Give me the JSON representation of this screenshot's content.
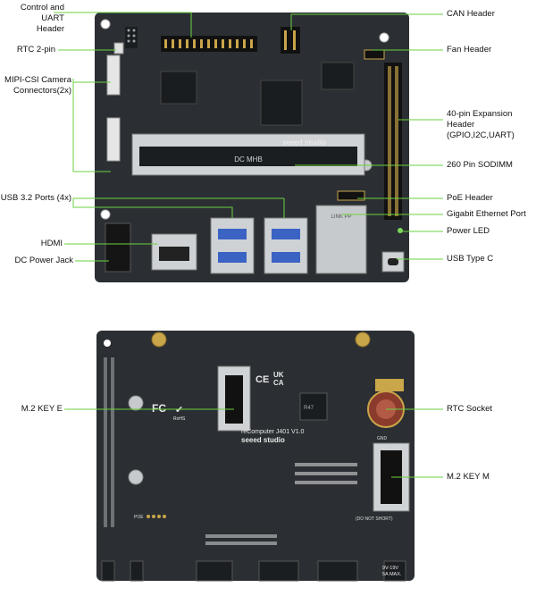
{
  "top_board": {
    "silk": {
      "brand": "seeed studio",
      "sodimm_mark": "DC MHB",
      "ethernet_mark": "LINK PP"
    },
    "callouts_left": [
      {
        "id": "control-uart-header",
        "text": "Control and UART\nHeader"
      },
      {
        "id": "rtc-2pin",
        "text": "RTC 2-pin"
      },
      {
        "id": "mipi-csi",
        "text": "MIPI-CSI Camera\nConnectors(2x)"
      },
      {
        "id": "usb32",
        "text": "USB 3.2 Ports (4x)"
      },
      {
        "id": "hdmi",
        "text": "HDMI"
      },
      {
        "id": "dc-jack",
        "text": "DC Power Jack"
      }
    ],
    "callouts_right": [
      {
        "id": "can-header",
        "text": "CAN Header"
      },
      {
        "id": "fan-header",
        "text": "Fan Header"
      },
      {
        "id": "expansion-40pin",
        "text": "40-pin Expansion Header\n(GPIO,I2C,UART)"
      },
      {
        "id": "sodimm",
        "text": "260 Pin SODIMM"
      },
      {
        "id": "poe-header",
        "text": "PoE Header"
      },
      {
        "id": "gigabit-eth",
        "text": "Gigabit Ethernet Port"
      },
      {
        "id": "power-led",
        "text": "Power LED"
      },
      {
        "id": "usb-type-c",
        "text": "USB Type C"
      }
    ]
  },
  "bottom_board": {
    "silk": {
      "brand": "seeed studio",
      "model": "reComputer J401 V1.0",
      "uk_ca": "UK\nCA",
      "fc": "FC",
      "rohs": "RoHS",
      "ce": "CE",
      "chip_mark": "R47\nVL",
      "voltage": "9V-19V\n5A MAX.",
      "do_not_short": "(DO NOT SHORT)",
      "poe": "POE",
      "gnd": "GND"
    },
    "callouts_left": [
      {
        "id": "m2-key-e",
        "text": "M.2 KEY E"
      }
    ],
    "callouts_right": [
      {
        "id": "rtc-socket",
        "text": "RTC Socket"
      },
      {
        "id": "m2-key-m",
        "text": "M.2 KEY M"
      }
    ]
  },
  "colors": {
    "pcb": "#2b2f33",
    "pcb_dark": "#1d2024",
    "gold": "#c9a64a",
    "silver": "#c7cacc",
    "blue": "#3b63c4",
    "callout_line": "#6bd23f",
    "label_text": "#111111"
  }
}
